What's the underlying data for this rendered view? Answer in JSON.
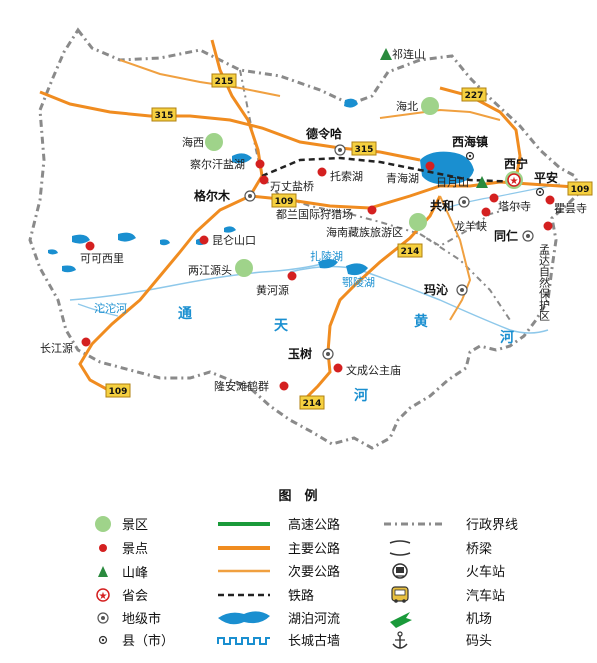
{
  "roads": {
    "r315a": "315",
    "r315b": "315",
    "r215": "215",
    "r227": "227",
    "r109a": "109",
    "r109b": "109",
    "r109c": "109",
    "r214a": "214",
    "r214b": "214"
  },
  "places": {
    "qilianshan": "祁连山",
    "haibei": "海北",
    "haixi": "海西",
    "delingha": "德令哈",
    "xihaizhen": "西海镇",
    "chaerhan": "察尔汗盐湖",
    "wanzhang": "万丈盐桥",
    "tuosuohu": "托索湖",
    "qinghaihu": "青海湖",
    "riyueshan": "日月山",
    "xining": "西宁",
    "pingan": "平安",
    "geermu": "格尔木",
    "dulan": "都兰国际狩猎场",
    "gonghe": "共和",
    "taersi": "塔尔寺",
    "qutansi": "瞿昙寺",
    "hainan": "海南藏族旅游区",
    "longyangxia": "龙羊峡",
    "tongren": "同仁",
    "mengda": "孟达自然保护区",
    "kekexili": "可可西里",
    "kunlun": "昆仑山口",
    "liangjiang": "两江源头",
    "zhalinghu": "扎陵湖",
    "huangheyuan": "黄河源",
    "elinghu": "鄂陵湖",
    "maqin": "玛沁",
    "tuotuohe": "沱沱河",
    "changjiangyuan": "长江源",
    "yushu": "玉树",
    "wencheng": "文成公主庙",
    "longbao": "隆安滩鹤群"
  },
  "water_labels": {
    "tong": "通",
    "tian": "天",
    "he": "河",
    "huang": "黄",
    "he2": "河"
  },
  "legend": {
    "title": "图　例",
    "items": [
      "景区",
      "景点",
      "山峰",
      "省会",
      "地级市",
      "县（市）",
      "高速公路",
      "主要公路",
      "次要公路",
      "铁路",
      "湖泊河流",
      "长城古墙",
      "行政界线",
      "桥梁",
      "火车站",
      "汽车站",
      "机场",
      "码头"
    ]
  },
  "colors": {
    "scenic_area": "#9fd38a",
    "scenic_spot": "#d42020",
    "peak": "#2a8a3e",
    "expressway": "#1a9a3a",
    "main_road": "#f08c20",
    "minor_road": "#f0a040",
    "railway": "#222222",
    "water": "#1a8fd0",
    "river": "#8ec8ea",
    "boundary": "#8a8a8a"
  }
}
